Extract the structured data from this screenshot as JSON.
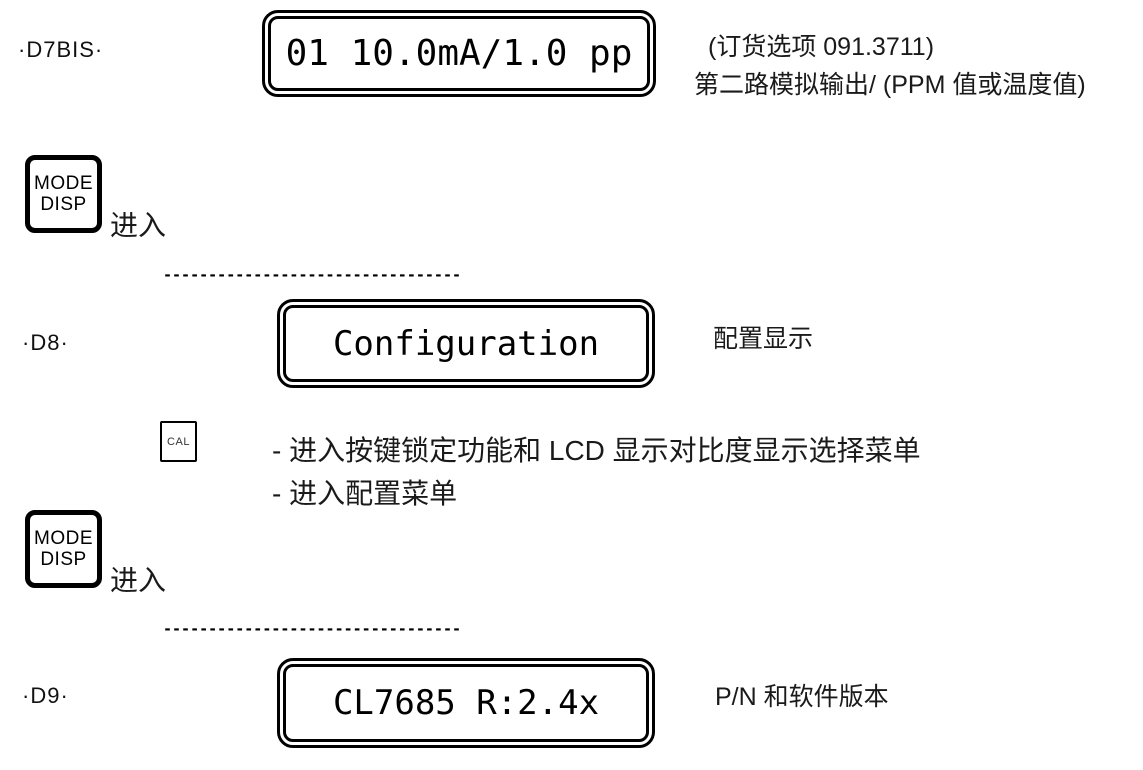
{
  "colors": {
    "ink": "#000000",
    "background": "#ffffff"
  },
  "buttons": {
    "mode_disp": {
      "line1": "MODE",
      "line2": "DISP"
    },
    "cal": {
      "label": "CAL"
    }
  },
  "enter_label": "进入",
  "separator_dashes": "---------------------------------",
  "displays": {
    "d7bis": {
      "label": "·D7BIS·",
      "lcd_text": "01 10.0mA/1.0 pp",
      "note_line1": "(订货选项 091.3711)",
      "note_line2": "第二路模拟输出/ (PPM 值或温度值)"
    },
    "d8": {
      "label": "·D8·",
      "lcd_text": "Configuration",
      "note": "配置显示"
    },
    "d9": {
      "label": "·D9·",
      "lcd_text": "CL7685 R:2.4x",
      "note": "P/N 和软件版本"
    }
  },
  "cal_menu_notes": {
    "line1": "- 进入按键锁定功能和 LCD 显示对比度显示选择菜单",
    "line2": "- 进入配置菜单"
  }
}
